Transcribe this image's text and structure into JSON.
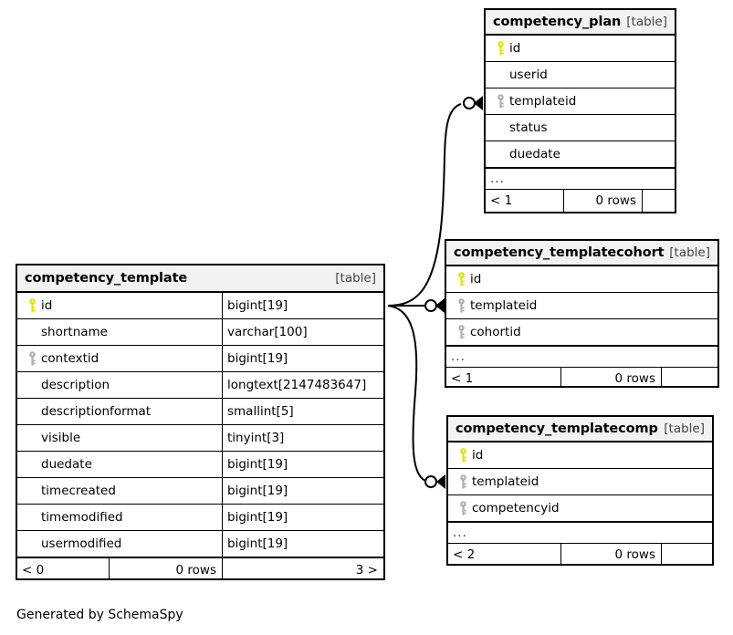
{
  "diagram": {
    "kind_label": "[table]",
    "more_indicator": "...",
    "generated_by": "Generated by SchemaSpy",
    "colors": {
      "primary_key": "#e3e300",
      "foreign_key": "#b0b0b0",
      "header_bg": "#f2f2f2",
      "border": "#000000",
      "background": "#ffffff"
    }
  },
  "tables": [
    {
      "id": "competency_plan",
      "name": "competency_plan",
      "kind": "[table]",
      "show_types": false,
      "columns": [
        {
          "name": "id",
          "key": "primary"
        },
        {
          "name": "userid",
          "key": "none"
        },
        {
          "name": "templateid",
          "key": "foreign"
        },
        {
          "name": "status",
          "key": "none"
        },
        {
          "name": "duedate",
          "key": "none"
        }
      ],
      "has_more": true,
      "footer": {
        "left": "< 1",
        "middle": "0 rows",
        "right": ""
      }
    },
    {
      "id": "competency_template",
      "name": "competency_template",
      "kind": "[table]",
      "show_types": true,
      "columns": [
        {
          "name": "id",
          "key": "primary",
          "type": "bigint[19]"
        },
        {
          "name": "shortname",
          "key": "none",
          "type": "varchar[100]"
        },
        {
          "name": "contextid",
          "key": "foreign",
          "type": "bigint[19]"
        },
        {
          "name": "description",
          "key": "none",
          "type": "longtext[2147483647]"
        },
        {
          "name": "descriptionformat",
          "key": "none",
          "type": "smallint[5]"
        },
        {
          "name": "visible",
          "key": "none",
          "type": "tinyint[3]"
        },
        {
          "name": "duedate",
          "key": "none",
          "type": "bigint[19]"
        },
        {
          "name": "timecreated",
          "key": "none",
          "type": "bigint[19]"
        },
        {
          "name": "timemodified",
          "key": "none",
          "type": "bigint[19]"
        },
        {
          "name": "usermodified",
          "key": "none",
          "type": "bigint[19]"
        }
      ],
      "has_more": false,
      "footer": {
        "left": "< 0",
        "middle": "0 rows",
        "right": "3 >"
      }
    },
    {
      "id": "competency_templatecohort",
      "name": "competency_templatecohort",
      "kind": "[table]",
      "show_types": false,
      "columns": [
        {
          "name": "id",
          "key": "primary"
        },
        {
          "name": "templateid",
          "key": "foreign"
        },
        {
          "name": "cohortid",
          "key": "foreign"
        }
      ],
      "has_more": true,
      "footer": {
        "left": "< 1",
        "middle": "0 rows",
        "right": ""
      }
    },
    {
      "id": "competency_templatecomp",
      "name": "competency_templatecomp",
      "kind": "[table]",
      "show_types": false,
      "columns": [
        {
          "name": "id",
          "key": "primary"
        },
        {
          "name": "templateid",
          "key": "foreign"
        },
        {
          "name": "competencyid",
          "key": "foreign"
        }
      ],
      "has_more": true,
      "footer": {
        "left": "< 2",
        "middle": "0 rows",
        "right": ""
      }
    }
  ],
  "relationships": [
    {
      "from_table": "competency_template",
      "from_column": "id",
      "to_table": "competency_plan",
      "to_column": "templateid"
    },
    {
      "from_table": "competency_template",
      "from_column": "id",
      "to_table": "competency_templatecohort",
      "to_column": "templateid"
    },
    {
      "from_table": "competency_template",
      "from_column": "id",
      "to_table": "competency_templatecomp",
      "to_column": "templateid"
    }
  ]
}
